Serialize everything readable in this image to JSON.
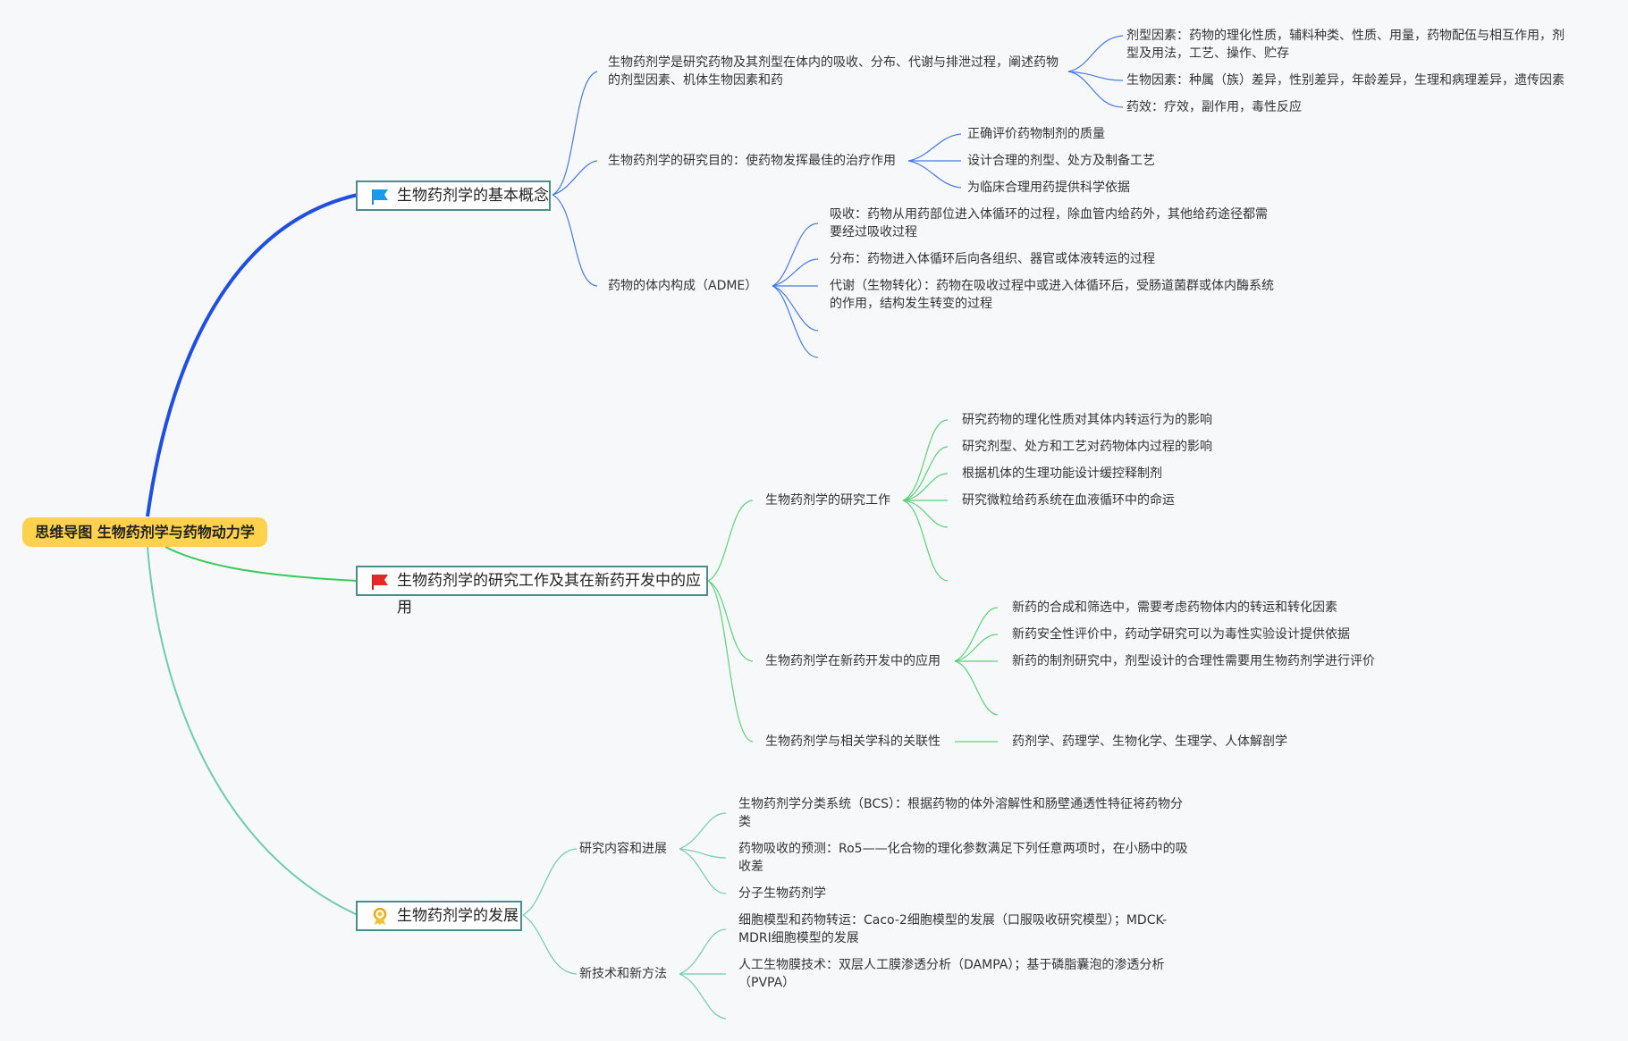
{
  "root": "思维导图 生物药剂学与药物动力学",
  "topics": {
    "t1": {
      "label": "生物药剂学的基本概念",
      "icon": "blue-flag-icon",
      "color": "#1f4fe0",
      "c1": {
        "label": "生物药剂学是研究药物及其剂型在体内的吸收、分布、代谢与排泄过程，阐述药物的剂型因素、机体生物因素和药",
        "items": [
          "剂型因素：药物的理化性质，辅料种类、性质、用量，药物配伍与相互作用，剂型及用法，工艺、操作、贮存",
          "生物因素：种属（族）差异，性别差异，年龄差异，生理和病理差异，遗传因素",
          "药效：疗效，副作用，毒性反应"
        ]
      },
      "c2": {
        "label": "生物药剂学的研究目的：使药物发挥最佳的治疗作用",
        "items": [
          "正确评价药物制剂的质量",
          "设计合理的剂型、处方及制备工艺",
          "为临床合理用药提供科学依据"
        ]
      },
      "c3": {
        "label": "药物的体内构成（ADME）",
        "items": [
          "吸收：药物从用药部位进入体循环的过程，除血管内给药外，其他给药途径都需要经过吸收过程",
          "分布：药物进入体循环后向各组织、器官或体液转运的过程",
          "代谢（生物转化）：药物在吸收过程中或进入体循环后，受肠道菌群或体内酶系统的作用，结构发生转变的过程"
        ]
      }
    },
    "t2": {
      "label": "生物药剂学的研究工作及其在新药开发中的应用",
      "icon": "red-flag-icon",
      "color": "#3cc85a",
      "c1": {
        "label": "生物药剂学的研究工作",
        "items": [
          "研究药物的理化性质对其体内转运行为的影响",
          "研究剂型、处方和工艺对药物体内过程的影响",
          "根据机体的生理功能设计缓控释制剂",
          "研究微粒给药系统在血液循环中的命运"
        ]
      },
      "c2": {
        "label": "生物药剂学在新药开发中的应用",
        "items": [
          "新药的合成和筛选中，需要考虑药物体内的转运和转化因素",
          "新药安全性评价中，药动学研究可以为毒性实验设计提供依据",
          "新药的制剂研究中，剂型设计的合理性需要用生物药剂学进行评价"
        ]
      },
      "c3": {
        "label": "生物药剂学与相关学科的关联性",
        "items": [
          "药剂学、药理学、生物化学、生理学、人体解剖学"
        ]
      }
    },
    "t3": {
      "label": "生物药剂学的发展",
      "icon": "award-ribbon-icon",
      "color": "#6fcab0",
      "c1": {
        "label": "研究内容和进展",
        "items": [
          "生物药剂学分类系统（BCS）：根据药物的体外溶解性和肠壁通透性特征将药物分类",
          "药物吸收的预测：Ro5——化合物的理化参数满足下列任意两项时，在小肠中的吸收差",
          "分子生物药剂学"
        ]
      },
      "c2": {
        "label": "新技术和新方法",
        "items": [
          "细胞模型和药物转运：Caco-2细胞模型的发展（口服吸收研究模型）；MDCK-MDRI细胞模型的发展",
          "人工生物膜技术：双层人工膜渗透分析（DAMPA）；基于磷脂囊泡的渗透分析（PVPA）"
        ]
      }
    }
  }
}
